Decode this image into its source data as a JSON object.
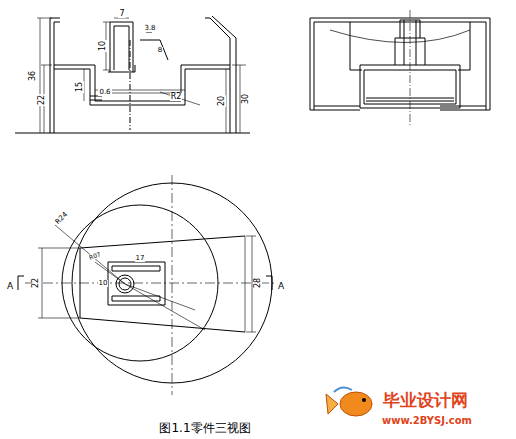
{
  "diagram": {
    "caption": "图1.1零件三视图",
    "labels": [
      "36",
      "22",
      "10",
      "7",
      "3.8",
      "8",
      "15",
      "0.6",
      "R2",
      "30",
      "20",
      "R24",
      "R07",
      "17",
      "10",
      "22",
      "28",
      "A",
      "A",
      "毕业设计网",
      "www.2BYSJ.com"
    ]
  }
}
